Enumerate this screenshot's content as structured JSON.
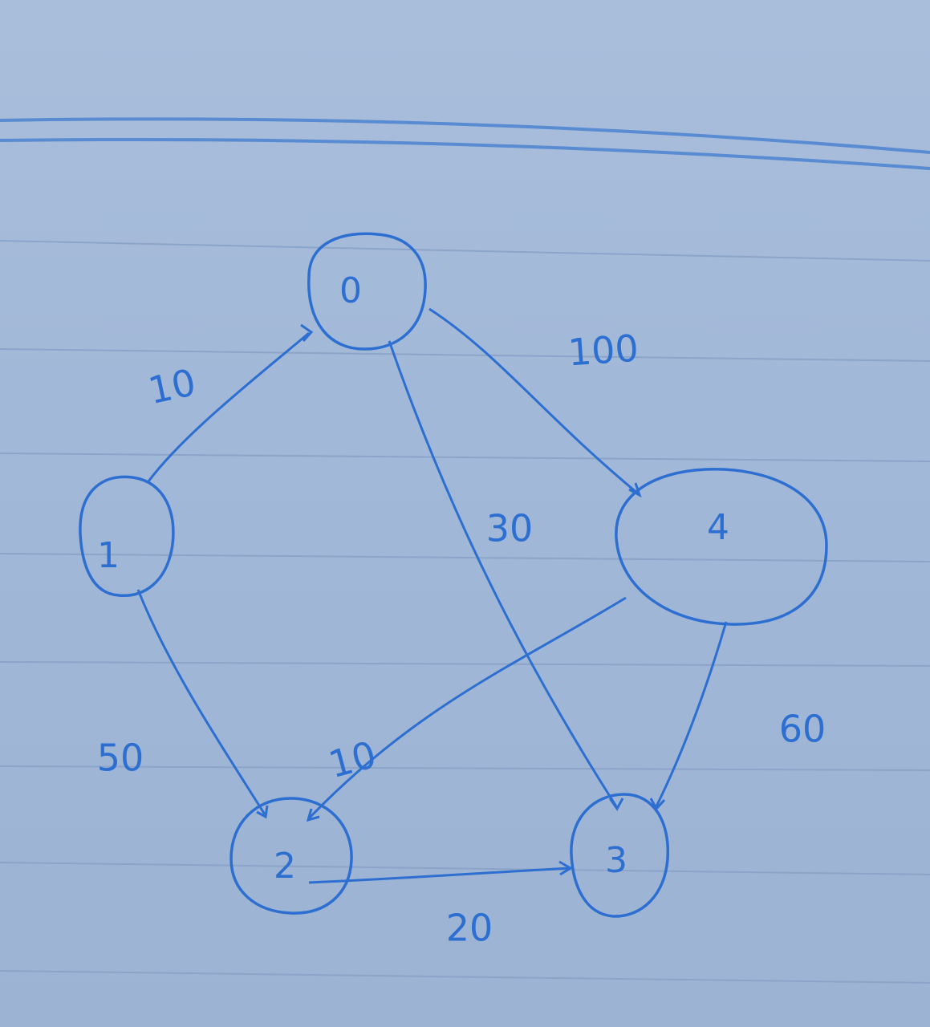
{
  "nodes": [
    {
      "id": "0",
      "label": "0"
    },
    {
      "id": "1",
      "label": "1"
    },
    {
      "id": "2",
      "label": "2"
    },
    {
      "id": "3",
      "label": "3"
    },
    {
      "id": "4",
      "label": "4"
    }
  ],
  "edges": [
    {
      "from": "1",
      "to": "0",
      "weight": "10"
    },
    {
      "from": "0",
      "to": "4",
      "weight": "100"
    },
    {
      "from": "0",
      "to": "3",
      "weight": "30"
    },
    {
      "from": "1",
      "to": "2",
      "weight": "50"
    },
    {
      "from": "4",
      "to": "2",
      "weight": "10"
    },
    {
      "from": "2",
      "to": "3",
      "weight": "20"
    },
    {
      "from": "4",
      "to": "3",
      "weight": "60"
    }
  ],
  "colors": {
    "ink": "#2d6fd0",
    "paper": "#a2b8d8"
  }
}
